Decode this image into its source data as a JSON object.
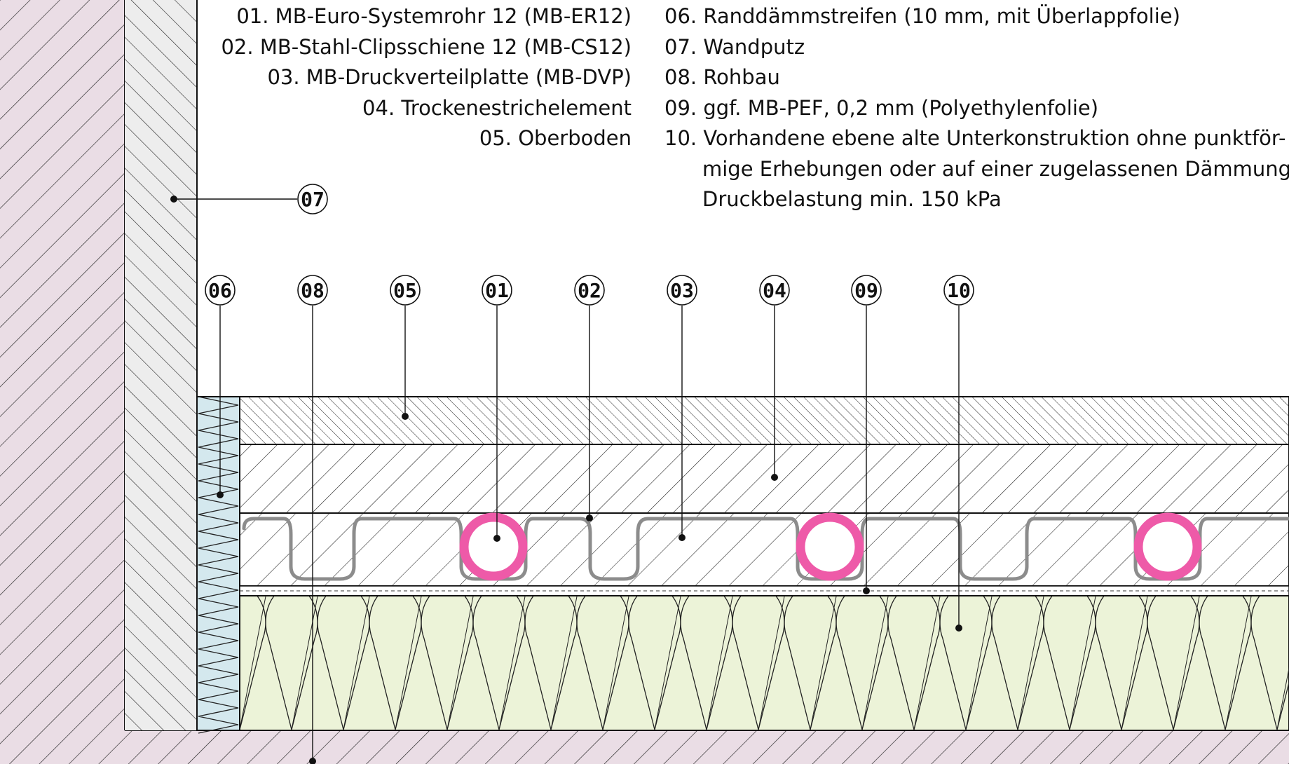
{
  "legend": {
    "left": [
      "01. MB-Euro-Systemrohr 12 (MB-ER12)",
      "02. MB-Stahl-Clipsschiene 12 (MB-CS12)",
      "03. MB-Druckverteilplatte (MB-DVP)",
      "04. Trockenestrichelement",
      "05. Oberboden"
    ],
    "right": [
      "06. Randdämmstreifen (10 mm, mit Überlappfolie)",
      "07. Wandputz",
      "08. Rohbau",
      "09. ggf. MB-PEF, 0,2 mm (Polyethylenfolie)",
      "10. Vorhandene ebene alte Unterkonstruktion ohne punktför-",
      "mige Erhebungen oder auf einer zugelassenen Dämmung,",
      "Druckbelastung min. 150 kPa"
    ]
  },
  "callouts": {
    "c01": "01",
    "c02": "02",
    "c03": "03",
    "c04": "04",
    "c05": "05",
    "c06": "06",
    "c07": "07",
    "c08": "08",
    "c09": "09",
    "c10": "10"
  },
  "colors": {
    "rohbau": "#eadde5",
    "wandputz": "#ededed",
    "randdaemm": "#d4e8ee",
    "daemmung": "#ecf3d8",
    "rohr": "#ee5aa8",
    "schiene": "#8c8c8c"
  }
}
